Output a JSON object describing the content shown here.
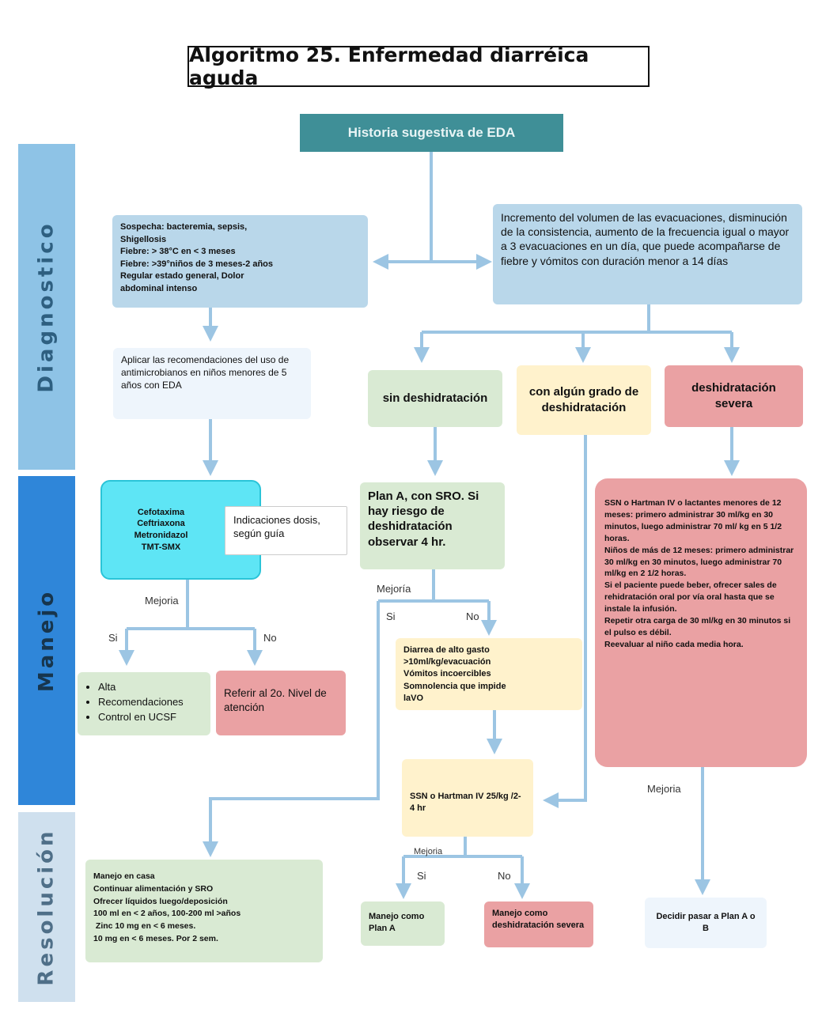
{
  "title": "Algoritmo 25. Enfermedad diarréica aguda",
  "sections": {
    "diagnostico": "Diagnostico",
    "manejo": "Manejo",
    "resolucion": "Resolución"
  },
  "nodes": {
    "historia": "Historia sugestiva de EDA",
    "sospecha": [
      "Sospecha: bacteremia, sepsis,",
      "Shigellosis",
      "Fiebre: > 38°C en < 3 meses",
      "Fiebre: >39°niños de 3 meses-2 años",
      "Regular estado general, Dolor",
      "abdominal intenso"
    ],
    "incremento": "Incremento del volumen de las evacuaciones, disminución de la consistencia, aumento de la frecuencia igual o mayor a 3 evacuaciones en un día, que puede acompañarse de fiebre y vómitos con duración menor a 14 días",
    "aplicar": "Aplicar las recomendaciones del uso de antimicrobianos en niños menores de 5 años con EDA",
    "sin_desh": "sin deshidratación",
    "algun_grado": "con algún grado de deshidratación",
    "desh_severa": "deshidratación severa",
    "antibioticos": [
      "Cefotaxima",
      "Ceftriaxona",
      "Metronidazol",
      "TMT-SMX"
    ],
    "indicaciones": "Indicaciones dosis, según guía",
    "plan_a": "Plan A, con SRO. Si hay riesgo de deshidratación observar 4 hr.",
    "ssn_severa": [
      "SSN o Hartman IV o lactantes menores de 12 meses: primero administrar 30 ml/kg en 30 minutos, luego administrar 70 ml/ kg en 5 1/2 horas.",
      "Niños de más de 12 meses: primero administrar 30 ml/kg en 30 minutos, luego administrar 70 ml/kg en 2 1/2 horas.",
      "Si el paciente puede beber, ofrecer sales de rehidratación oral por vía oral hasta que se instale la infusión.",
      "Repetir otra carga de 30 ml/kg en 30 minutos si el pulso es débil.",
      "Reevaluar al niño cada media hora."
    ],
    "alta_list": [
      "Alta",
      "Recomendaciones",
      "Control en UCSF"
    ],
    "referir": "Referir al 2o. Nivel de atención",
    "diarrea": [
      "Diarrea de alto gasto",
      ">10ml/kg/evacuación",
      "Vómitos incoercibles",
      "Somnolencia que impide",
      "laVO"
    ],
    "ssn_moderada": "SSN o Hartman IV 25/kg /2-4 hr",
    "manejo_casa": [
      "Manejo en casa",
      "Continuar alimentación y SRO",
      "Ofrecer líquidos luego/deposición",
      "100 ml en < 2 años, 100-200 ml >años",
      " Zinc 10 mg en < 6 meses.",
      "10 mg en < 6 meses. Por 2 sem."
    ],
    "manejo_plan_a": "Manejo como Plan A",
    "manejo_severa": "Manejo como deshidratación severa",
    "decidir": "Decidir pasar a Plan A o B"
  },
  "labels": {
    "mejoria": "Mejoria",
    "mejoria_b": "Mejoría",
    "mejoria_c": "Mejoria",
    "mejoria_d": "Mejoria",
    "si": "Si",
    "no": "No"
  },
  "colors": {
    "teal_header": "#3f8f97",
    "side_band": "#8ec3e6",
    "side_manejo": "#2f86d9",
    "blue_box": "#b9d7ea",
    "light_blue": "#eef5fc",
    "cyan": "#5ee5f5",
    "green": "#d9ead3",
    "yellow": "#fff2cc",
    "red": "#eaa1a3",
    "arrow": "#9cc5e3"
  }
}
